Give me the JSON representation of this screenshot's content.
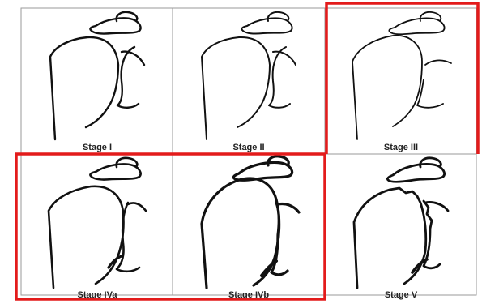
{
  "panels": [
    {
      "label": "Stage I"
    },
    {
      "label": "Stage II"
    },
    {
      "label": "Stage III"
    },
    {
      "label": "Stage IVa"
    },
    {
      "label": "Stage IVb"
    },
    {
      "label": "Stage V"
    }
  ],
  "colors": {
    "highlight": "#e31b1b",
    "outline": "#111111",
    "grid": "#9a9a9a",
    "caption": "#222222"
  }
}
